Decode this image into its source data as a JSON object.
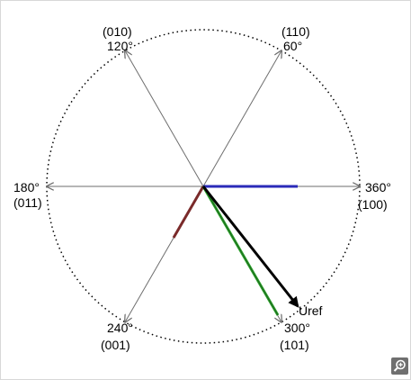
{
  "vectors": [
    {
      "name": "v-360",
      "angle_label": "360°",
      "state_label": "(100)"
    },
    {
      "name": "v-60",
      "angle_label": "60°",
      "state_label": "(110)"
    },
    {
      "name": "v-120",
      "angle_label": "120°",
      "state_label": "(010)"
    },
    {
      "name": "v-180",
      "angle_label": "180°",
      "state_label": "(011)"
    },
    {
      "name": "v-240",
      "angle_label": "240°",
      "state_label": "(001)"
    },
    {
      "name": "v-300",
      "angle_label": "300°",
      "state_label": "(101)"
    }
  ],
  "reference": {
    "label": "Uref",
    "angle_deg": -50
  },
  "colors": {
    "axis": "#6e6e6e",
    "circle": "#000000",
    "blue_component": "#2a2ab8",
    "red_component": "#7a2a2a",
    "green_component": "#2aa02a",
    "reference": "#000000"
  },
  "toolbar": {
    "zoom_icon": "zoom-in-icon"
  }
}
